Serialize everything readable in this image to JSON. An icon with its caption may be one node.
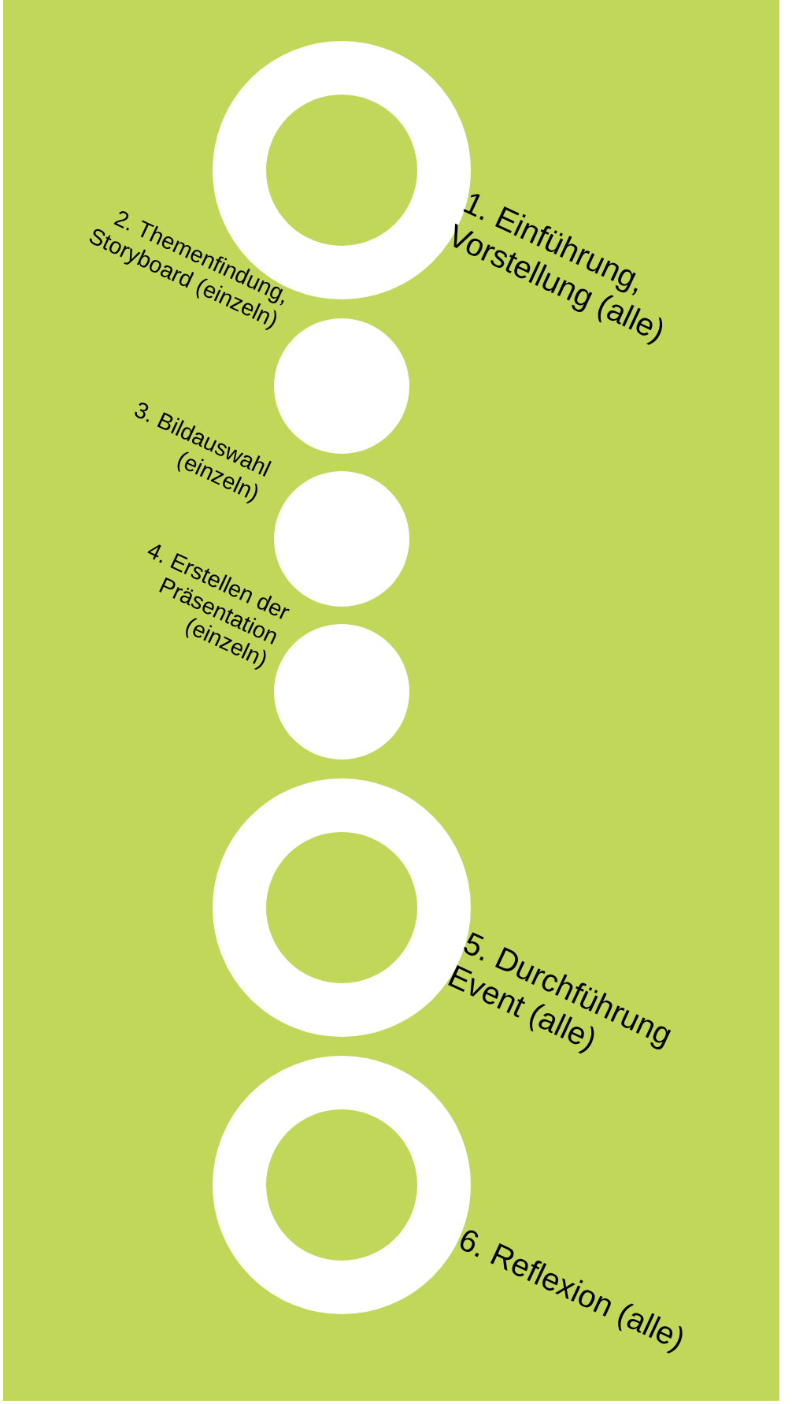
{
  "diagram": {
    "nodes": [
      {
        "text": [],
        "shape": "ring",
        "beside": [
          "1. Einführung, Vorstellung (alle)"
        ]
      },
      {
        "text": [],
        "shape": "circle",
        "beside": [
          "2. Themenfindung, Storyboard (einzeln)"
        ]
      },
      {
        "text": [],
        "shape": "circle",
        "beside": [
          "3. Bildauswahl (einzeln)"
        ]
      },
      {
        "text": [],
        "shape": "circle",
        "beside": [
          "4. Erstellen der Präsentation (einzeln)"
        ]
      },
      {
        "text": [],
        "shape": "ring",
        "beside": [
          "5. Durchführung Event (alle)"
        ]
      },
      {
        "text": [],
        "shape": "ring",
        "beside": [
          "6. Reflexion (alle)"
        ]
      }
    ]
  }
}
